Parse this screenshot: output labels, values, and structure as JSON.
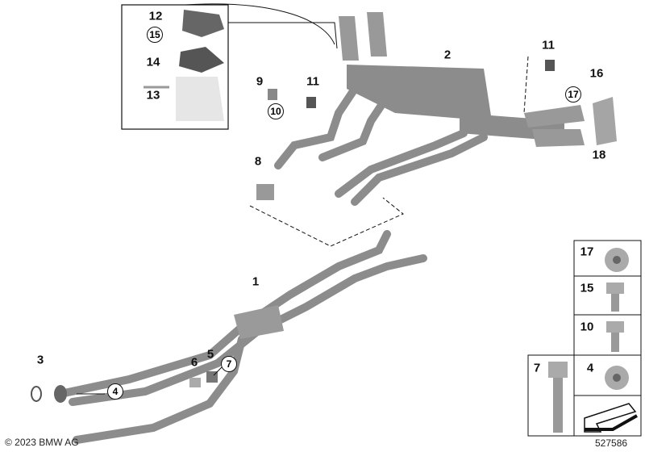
{
  "diagram": {
    "callouts": [
      {
        "id": "12",
        "circled": false
      },
      {
        "id": "15",
        "circled": true
      },
      {
        "id": "14",
        "circled": false
      },
      {
        "id": "13",
        "circled": false
      },
      {
        "id": "2",
        "circled": false
      },
      {
        "id": "9",
        "circled": false
      },
      {
        "id": "11",
        "circled": false
      },
      {
        "id": "10",
        "circled": true
      },
      {
        "id": "11",
        "circled": false
      },
      {
        "id": "16",
        "circled": false
      },
      {
        "id": "17",
        "circled": true
      },
      {
        "id": "18",
        "circled": false
      },
      {
        "id": "8",
        "circled": false
      },
      {
        "id": "1",
        "circled": false
      },
      {
        "id": "3",
        "circled": false
      },
      {
        "id": "4",
        "circled": true
      },
      {
        "id": "6",
        "circled": false
      },
      {
        "id": "5",
        "circled": false
      },
      {
        "id": "7",
        "circled": true
      }
    ],
    "parts_table": [
      "17",
      "15",
      "10",
      "7",
      "4"
    ],
    "copyright": "© 2023 BMW AG",
    "diagram_number": "527586"
  },
  "colors": {
    "pipe": "#8c8c8c",
    "pipe_light": "#b5b5b5",
    "line": "#111111"
  }
}
